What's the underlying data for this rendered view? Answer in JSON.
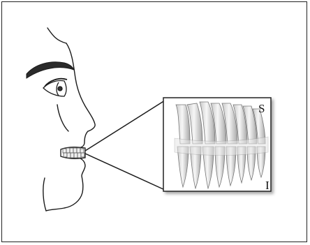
{
  "labels": {
    "superior": "S",
    "inferior": "I"
  },
  "colors": {
    "line": "#1a1a1a",
    "eyebrow": "#2a2a2a",
    "tooth_fill": "#f2f2f2",
    "tooth_shade": "#9a9a9a",
    "inset_border": "#222222"
  },
  "icons": {
    "face": "face-profile-line-drawing",
    "inset": "dentition-inset-image"
  }
}
